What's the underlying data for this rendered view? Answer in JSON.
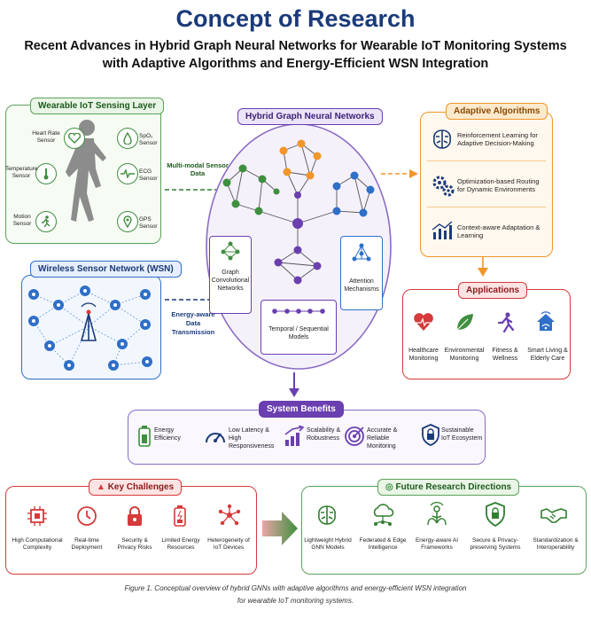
{
  "header": {
    "title": "Concept of Research",
    "subtitle_line1": "Recent Advances in Hybrid Graph Neural Networks for Wearable IoT Monitoring Systems",
    "subtitle_line2": "with Adaptive Algorithms and Energy-Efficient WSN Integration"
  },
  "wearable": {
    "title": "Wearable IoT Sensing Layer",
    "sensors": [
      "Heart Rate Sensor",
      "SpO₂ Sensor",
      "Temperature Sensor",
      "ECG Sensor",
      "Motion Sensor",
      "GPS Sensor"
    ]
  },
  "flow_multimodal": "Multi-modal Sensor Data",
  "wsn": {
    "title": "Wireless Sensor Network (WSN)"
  },
  "flow_energy": "Energy-aware Data Transmission",
  "hgnn": {
    "title": "Hybrid Graph Neural Networks",
    "gcn": "Graph Convolutional Networks",
    "temporal": "Temporal / Sequential Models",
    "attention": "Attention Mechanisms"
  },
  "adaptive": {
    "title": "Adaptive Algorithms",
    "items": [
      "Reinforcement Learning for Adaptive Decision-Making",
      "Optimization-based Routing for Dynamic Environments",
      "Context-aware Adaptation & Learning"
    ]
  },
  "applications": {
    "title": "Applications",
    "items": [
      "Healthcare Monitoring",
      "Environmental Monitoring",
      "Fitness & Wellness",
      "Smart Living & Elderly Care"
    ]
  },
  "benefits": {
    "title": "System Benefits",
    "items": [
      "Energy Efficiency",
      "Low Latency & High Responsiveness",
      "Scalability & Robustness",
      "Accurate & Reliable Monitoring",
      "Sustainable IoT Ecosystem"
    ]
  },
  "challenges": {
    "title": "Key Challenges",
    "items": [
      "High Computational Complexity",
      "Real-time Deployment",
      "Security & Privacy Risks",
      "Limited Energy Resources",
      "Heterogeneity of IoT Devices"
    ]
  },
  "future": {
    "title": "Future Research Directions",
    "items": [
      "Lightweight Hybrid GNN Models",
      "Federated & Edge Intelligence",
      "Energy-aware AI Frameworks",
      "Secure & Privacy-preserving Systems",
      "Standardization & Interoperability"
    ]
  },
  "caption": {
    "line1": "Figure 1. Conceptual overview of hybrid GNNs with adaptive algorithms and energy-efficient WSN integration",
    "line2": "for wearable IoT monitoring systems."
  },
  "colors": {
    "green": "#3f8f3f",
    "blue": "#2f6fc8",
    "purple": "#6a3fb0",
    "orange": "#f0962a",
    "red": "#d63a3a",
    "navy": "#1a3a7a"
  }
}
